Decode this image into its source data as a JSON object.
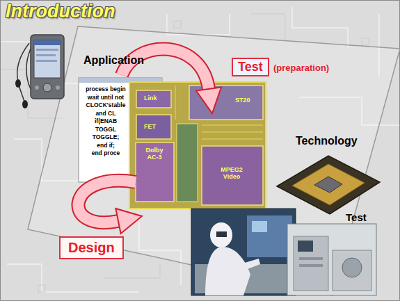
{
  "diagram": {
    "title": "Introduction",
    "nodes": [
      {
        "text": [
          "Test",
          "(preparation)"
        ]
      },
      {
        "text": [
          "Design"
        ]
      }
    ],
    "labels": [
      "Application",
      "process begin",
      "wait until not",
      "CLOCK'stable",
      "and CL",
      "if(ENAB",
      "TOGGL",
      "TOGGLE;",
      "end if;",
      "end proce",
      "Link",
      "FET",
      "ST20",
      "Dolby AC-3",
      "MPEG2 Video",
      "Technology",
      "Test"
    ]
  }
}
